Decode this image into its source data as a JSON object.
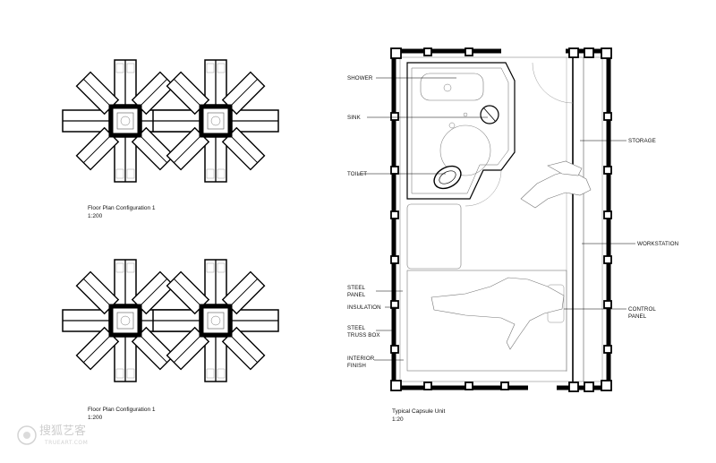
{
  "plans": [
    {
      "caption": "Floor Plan Configuration 1",
      "scale": "1:200"
    },
    {
      "caption": "Floor Plan Configuration 1",
      "scale": "1:200"
    }
  ],
  "capsule": {
    "caption": "Typical Capsule Unit",
    "scale": "1:20",
    "labels_left": [
      "SHOWER",
      "SINK",
      "TOILET",
      "STEEL",
      "PANEL",
      "INSULATION",
      "STEEL",
      "TRUSS BOX",
      "INTERIOR",
      "FINISH"
    ],
    "labels_right": [
      "STORAGE",
      "WORKSTATION",
      "CONTROL",
      "PANEL"
    ]
  },
  "watermark": {
    "text": "搜狐艺客",
    "sub": "TRUEART.COM"
  },
  "colors": {
    "ink": "#111111",
    "wall": "#000000",
    "thin": "#8a8a8a",
    "paper": "#ffffff"
  }
}
